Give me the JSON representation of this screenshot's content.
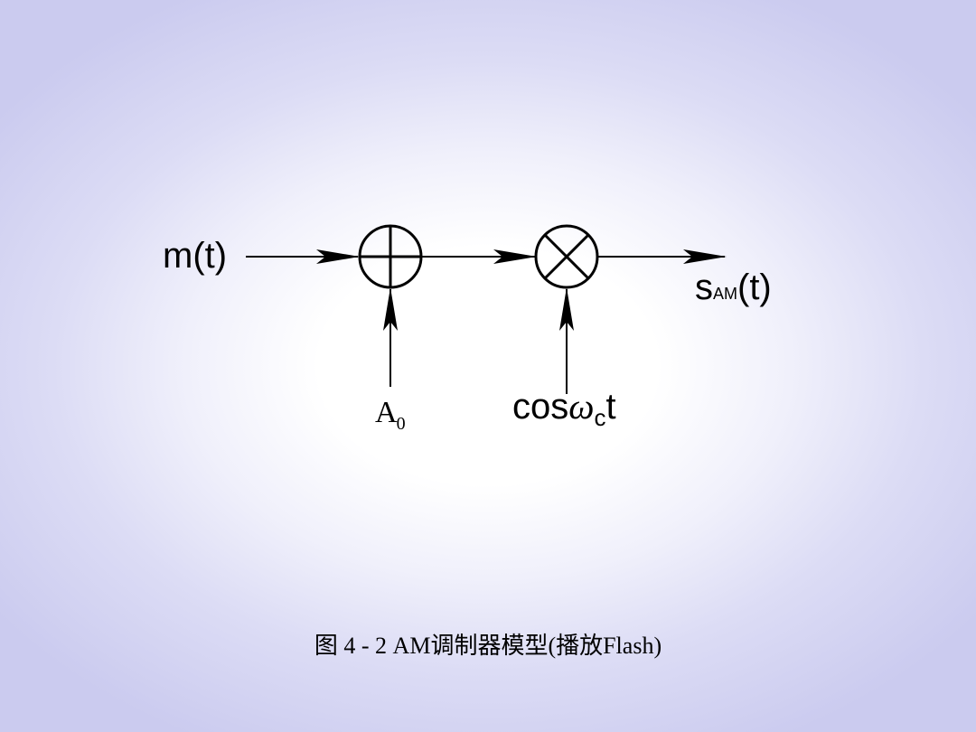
{
  "diagram": {
    "input_signal": {
      "base": "m(t)"
    },
    "output_signal": {
      "base": "s",
      "sub": "AM",
      "suffix": "(t)"
    },
    "dc_offset": {
      "base": "A",
      "sub": "0"
    },
    "carrier": {
      "base": "cos",
      "omega": "ω",
      "sub": "c",
      "suffix": "t"
    },
    "adder_symbol": "adder",
    "multiplier_symbol": "multiplier"
  },
  "caption": "图 4 - 2 AM调制器模型(播放Flash)"
}
